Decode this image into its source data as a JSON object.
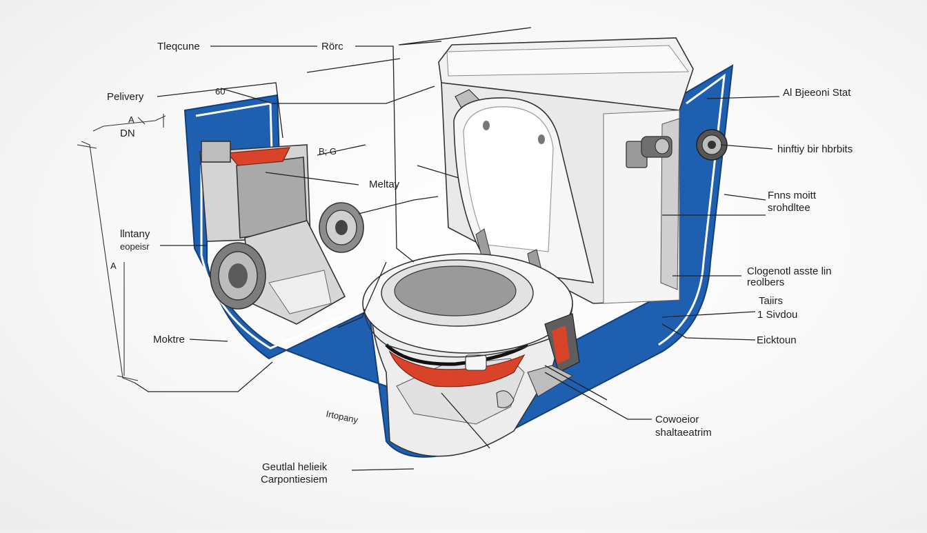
{
  "colors": {
    "frame_blue": "#1f5fb0",
    "accent_red": "#d9432a",
    "porcelain": "#f4f4f4",
    "panel_gray": "#c9c9c9"
  },
  "labels": {
    "top_left": "Tleqcune",
    "top_mid": "Rörc",
    "pelivery": "Pelivery",
    "dn": "DN",
    "dim_a": "A",
    "dim_small_a": "A",
    "sixty": "60",
    "b_g": "B; G",
    "meltay": "Meltay",
    "lintany_1": "llntany",
    "lintany_2": "eopeisr",
    "moktre": "Moktre",
    "irtopany": "Irtopany",
    "central_1": "Geutlal helieik",
    "central_2": "Carpontiesiem",
    "right_1": "Al Bjeeoni Stat",
    "right_2": "hinftiy bir hbrbits",
    "right_3a": "Fnns moitt",
    "right_3b": "srohdltee",
    "right_4a": "Clogenotl asste lin",
    "right_4b": "reolbers",
    "right_5a": "Taiirs",
    "right_5b": "1 Sivdou",
    "right_6": "Eicktoun",
    "right_7a": "Cowoeior",
    "right_7b": "shaltaeatrim"
  }
}
